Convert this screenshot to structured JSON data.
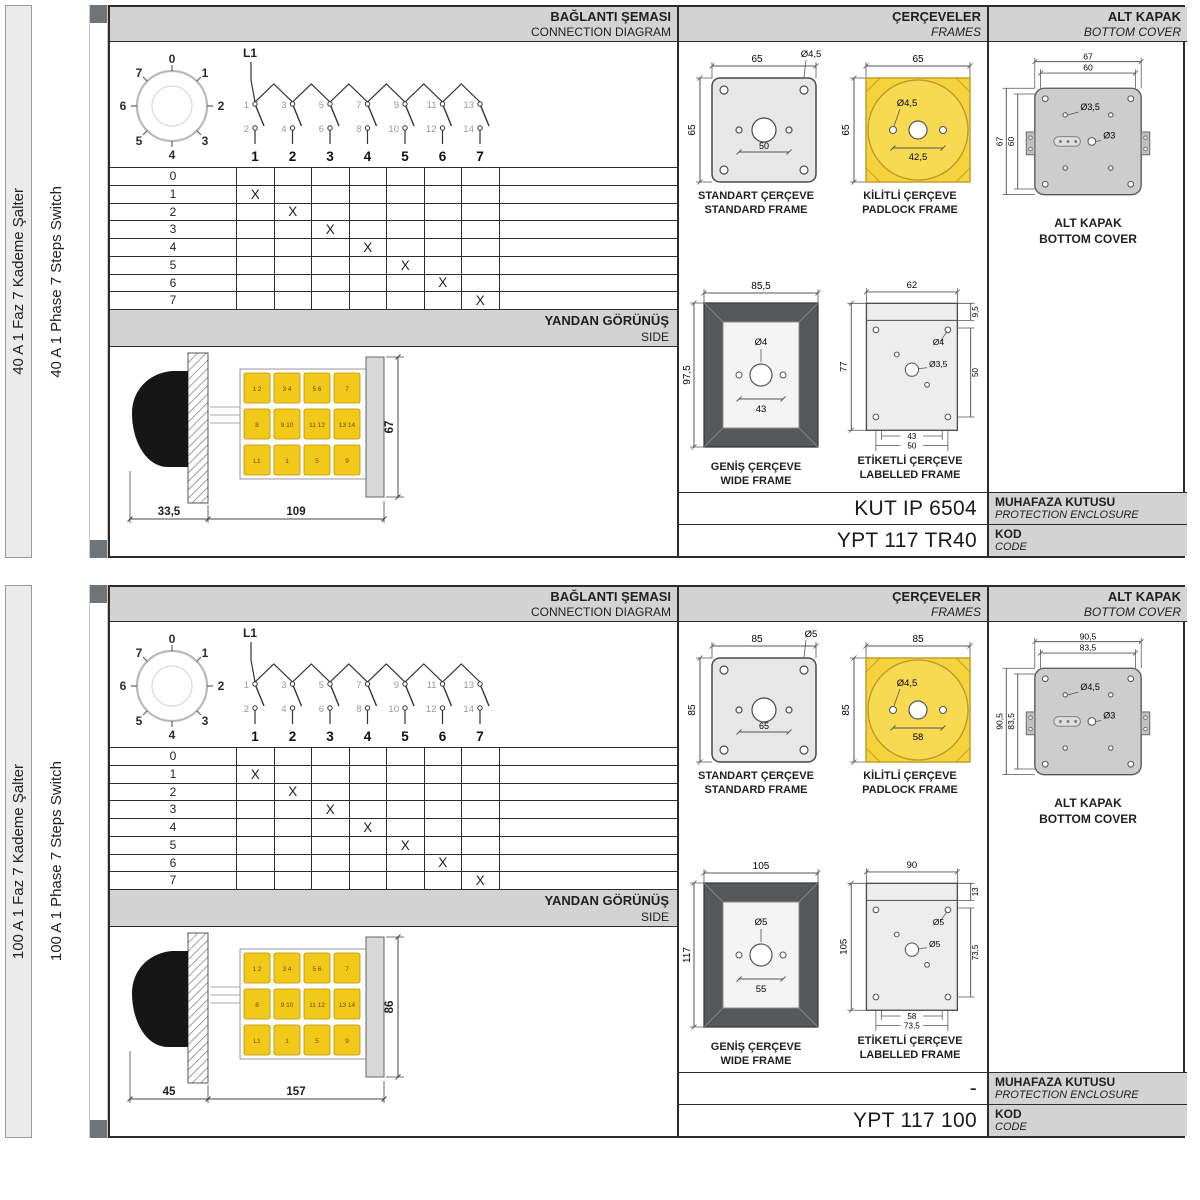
{
  "products": [
    {
      "sidebar": {
        "tr": "40 A 1 Faz 7 Kademe Şalter",
        "en": "40 A 1 Phase 7 Steps Switch"
      },
      "connection": {
        "title": "BAĞLANTI ŞEMASI",
        "subtitle": "CONNECTION DIAGRAM",
        "phase": "L1",
        "dial": [
          "0",
          "1",
          "2",
          "3",
          "4",
          "5",
          "6",
          "7"
        ],
        "contacts_top": [
          "1",
          "3",
          "5",
          "7",
          "9",
          "11",
          "13"
        ],
        "contacts_bottom": [
          "2",
          "4",
          "6",
          "8",
          "10",
          "12",
          "14"
        ],
        "terminals": [
          "1",
          "2",
          "3",
          "4",
          "5",
          "6",
          "7"
        ],
        "positions": [
          "0",
          "1",
          "2",
          "3",
          "4",
          "5",
          "6",
          "7"
        ],
        "mark": "X",
        "active_contact_by_position": [
          null,
          1,
          2,
          3,
          4,
          5,
          6,
          7
        ]
      },
      "side_view": {
        "title": "YANDAN GÖRÜNÜŞ",
        "subtitle": "SIDE",
        "dim_a": "33,5",
        "dim_b": "109",
        "dim_h": "67",
        "micro": [
          "1 2",
          "3 4",
          "5 6",
          "7",
          "8",
          "9 10",
          "11 12",
          "13 14",
          "L1",
          "1",
          "5",
          "9"
        ]
      },
      "frames": {
        "title": "ÇERÇEVELER",
        "subtitle": "FRAMES",
        "standard": {
          "cap1": "STANDART ÇERÇEVE",
          "cap2": "STANDARD FRAME",
          "w": "65",
          "h": "65",
          "hole": "Ø4,5",
          "inner": "50"
        },
        "padlock": {
          "cap1": "KİLİTLİ ÇERÇEVE",
          "cap2": "PADLOCK FRAME",
          "w": "65",
          "h": "65",
          "hole": "Ø4,5",
          "inner": "42,5"
        },
        "wide": {
          "cap1": "GENİŞ ÇERÇEVE",
          "cap2": "WIDE FRAME",
          "w": "85,5",
          "h": "97,5",
          "hole": "Ø4",
          "inner": "43"
        },
        "labelled": {
          "cap1": "ETİKETLİ ÇERÇEVE",
          "cap2": "LABELLED FRAME",
          "w": "62",
          "strip": "9,5",
          "hl": "77",
          "hr": "50",
          "b1": "43",
          "b2": "50",
          "hole1": "Ø4",
          "hole2": "Ø3,5"
        }
      },
      "cover": {
        "title": "ALT KAPAK",
        "subtitle": "BOTTOM COVER",
        "w1": "67",
        "w2": "60",
        "h1": "67",
        "h2": "60",
        "hole1": "Ø3,5",
        "hole2": "Ø3",
        "cap1": "ALT KAPAK",
        "cap2": "BOTTOM COVER"
      },
      "codes": {
        "enclosure": "KUT IP 6504",
        "enclosure_label": "MUHAFAZA KUTUSU",
        "enclosure_sub": "PROTECTION ENCLOSURE",
        "code": "YPT 117 TR40",
        "code_label": "KOD",
        "code_sub": "CODE"
      }
    },
    {
      "sidebar": {
        "tr": "100 A 1 Faz 7 Kademe Şalter",
        "en": "100 A 1 Phase 7 Steps Switch"
      },
      "connection": {
        "title": "BAĞLANTI ŞEMASI",
        "subtitle": "CONNECTION DIAGRAM",
        "phase": "L1",
        "dial": [
          "0",
          "1",
          "2",
          "3",
          "4",
          "5",
          "6",
          "7"
        ],
        "contacts_top": [
          "1",
          "3",
          "5",
          "7",
          "9",
          "11",
          "13"
        ],
        "contacts_bottom": [
          "2",
          "4",
          "6",
          "8",
          "10",
          "12",
          "14"
        ],
        "terminals": [
          "1",
          "2",
          "3",
          "4",
          "5",
          "6",
          "7"
        ],
        "positions": [
          "0",
          "1",
          "2",
          "3",
          "4",
          "5",
          "6",
          "7"
        ],
        "mark": "X",
        "active_contact_by_position": [
          null,
          1,
          2,
          3,
          4,
          5,
          6,
          7
        ]
      },
      "side_view": {
        "title": "YANDAN GÖRÜNÜŞ",
        "subtitle": "SIDE",
        "dim_a": "45",
        "dim_b": "157",
        "dim_h": "86",
        "micro": [
          "1 2",
          "3 4",
          "5 6",
          "7",
          "8",
          "9 10",
          "11 12",
          "13 14",
          "L1",
          "1",
          "5",
          "9"
        ]
      },
      "frames": {
        "title": "ÇERÇEVELER",
        "subtitle": "FRAMES",
        "standard": {
          "cap1": "STANDART ÇERÇEVE",
          "cap2": "STANDARD FRAME",
          "w": "85",
          "h": "85",
          "hole": "Ø5",
          "inner": "65"
        },
        "padlock": {
          "cap1": "KİLİTLİ ÇERÇEVE",
          "cap2": "PADLOCK FRAME",
          "w": "85",
          "h": "85",
          "hole": "Ø4,5",
          "inner": "58"
        },
        "wide": {
          "cap1": "GENİŞ ÇERÇEVE",
          "cap2": "WIDE FRAME",
          "w": "105",
          "h": "117",
          "hole": "Ø5",
          "inner": "55"
        },
        "labelled": {
          "cap1": "ETİKETLİ ÇERÇEVE",
          "cap2": "LABELLED FRAME",
          "w": "90",
          "strip": "13",
          "hl": "105",
          "hr": "73,5",
          "b1": "58",
          "b2": "73,5",
          "hole1": "Ø5",
          "hole2": "Ø5"
        }
      },
      "cover": {
        "title": "ALT KAPAK",
        "subtitle": "BOTTOM COVER",
        "w1": "90,5",
        "w2": "83,5",
        "h1": "90,5",
        "h2": "83,5",
        "hole1": "Ø4,5",
        "hole2": "Ø3",
        "cap1": "ALT KAPAK",
        "cap2": "BOTTOM COVER"
      },
      "codes": {
        "enclosure": "-",
        "enclosure_label": "MUHAFAZA KUTUSU",
        "enclosure_sub": "PROTECTION ENCLOSURE",
        "code": "YPT 117 100",
        "code_label": "KOD",
        "code_sub": "CODE"
      }
    }
  ]
}
